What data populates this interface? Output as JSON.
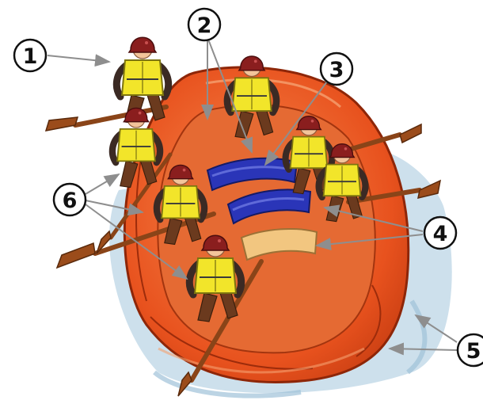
{
  "callouts": [
    {
      "id": "c1",
      "number": "1"
    },
    {
      "id": "c2",
      "number": "2"
    },
    {
      "id": "c3",
      "number": "3"
    },
    {
      "id": "c4",
      "number": "4"
    },
    {
      "id": "c5",
      "number": "5"
    },
    {
      "id": "c6",
      "number": "6"
    }
  ],
  "colors": {
    "raft": "#e8521e",
    "raft_dark": "#b8300c",
    "raft_light": "#f5894e",
    "water": "#bcd6e6",
    "vest": "#f2e52a",
    "helmet": "#8a1e1e",
    "paddle": "#8a4418",
    "thwart": "#2a35b8",
    "pointer": "#8e8e8e"
  },
  "icons": [
    "paddler-figure",
    "paddle",
    "helmet",
    "life-vest",
    "inflatable-raft",
    "thwart-tube",
    "water-splash"
  ]
}
